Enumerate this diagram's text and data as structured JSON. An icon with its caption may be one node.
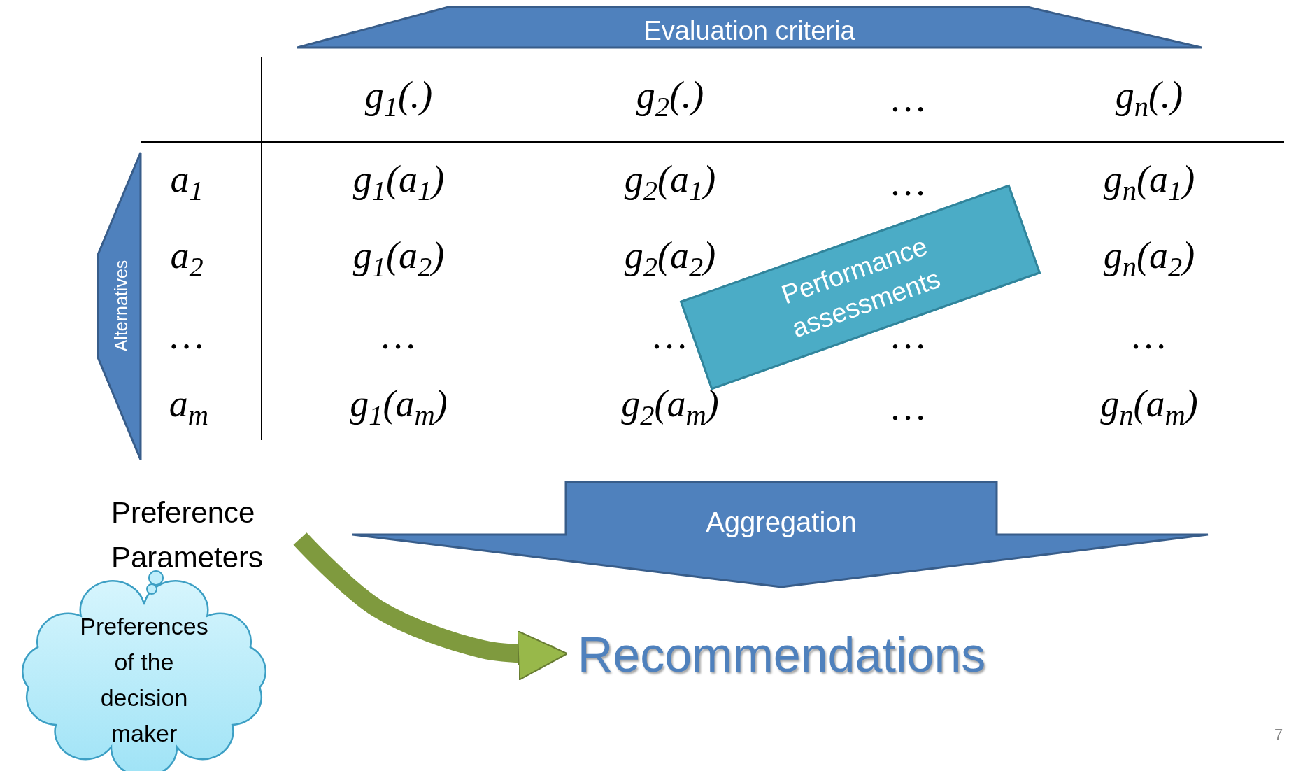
{
  "diagram": {
    "nodes": [
      {
        "text": [
          "Evaluation criteria"
        ]
      },
      {
        "text": [
          "Alternatives"
        ]
      },
      {
        "text": [
          "Performance assessments"
        ]
      },
      {
        "text": [
          "Aggregation"
        ]
      },
      {
        "text": [
          "Preference Parameters"
        ]
      },
      {
        "text": [
          "Recommendations"
        ]
      },
      {
        "text": [
          "Preferences of the decision maker"
        ]
      }
    ],
    "edges": [
      {
        "from": 4,
        "to": 5,
        "arrow": "to"
      }
    ],
    "labels": [
      "g$_{1}$(.)",
      "g$_{2}$(.)",
      "…",
      "g$_{n}$(.)",
      "a$_{1}$",
      "g$_{1}$(a$_{1}$)",
      "g$_{2}$(a$_{1}$)",
      "…",
      "g$_{n}$(a$_{1}$)",
      "a$_{2}$",
      "g$_{1}$(a$_{2}$)",
      "g$_{2}$(a$_{2}$)",
      "g$_{n}$(a$_{2}$)",
      "…",
      "…",
      "…",
      "…",
      "…",
      "a$_{m}$",
      "g$_{1}$(a$_{m}$)",
      "g$_{2}$(a$_{m}$)",
      "…",
      "g$_{n}$(a$_{m}$)",
      "7"
    ]
  }
}
